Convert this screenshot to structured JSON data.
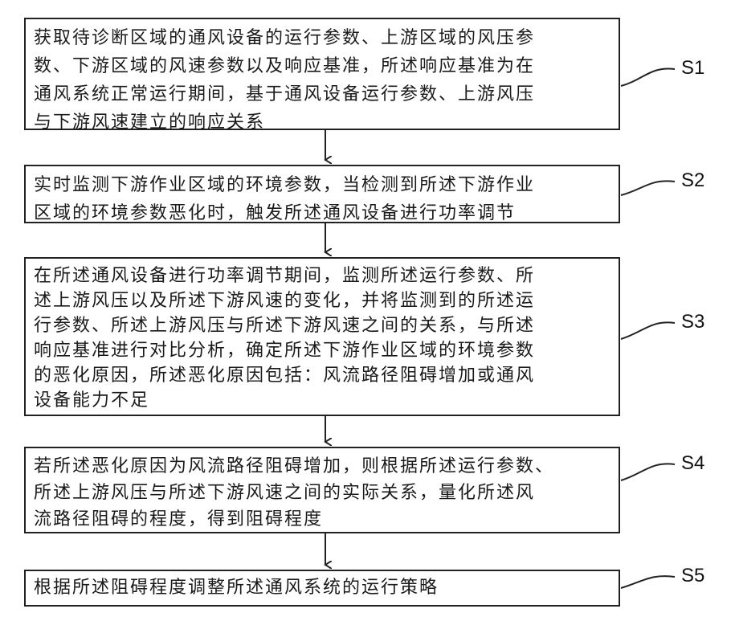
{
  "steps": [
    {
      "id": "S1",
      "text": "获取待诊断区域的通风设备的运行参数、上游区域的风压参\n数、下游区域的风速参数以及响应基准，所述响应基准为在\n通风系统正常运行期间，基于通风设备运行参数、上游风压\n与下游风速建立的响应关系"
    },
    {
      "id": "S2",
      "text": "实时监测下游作业区域的环境参数，当检测到所述下游作业\n区域的环境参数恶化时，触发所述通风设备进行功率调节"
    },
    {
      "id": "S3",
      "text": "在所述通风设备进行功率调节期间，监测所述运行参数、所\n述上游风压以及所述下游风速的变化，并将监测到的所述运\n行参数、所述上游风压与所述下游风速之间的关系，与所述\n响应基准进行对比分析，确定所述下游作业区域的环境参数\n的恶化原因，所述恶化原因包括：风流路径阻碍增加或通风\n设备能力不足"
    },
    {
      "id": "S4",
      "text": "若所述恶化原因为风流路径阻碍增加，则根据所述运行参数、\n所述上游风压与所述下游风速之间的实际关系，量化所述风\n流路径阻碍的程度，得到阻碍程度"
    },
    {
      "id": "S5",
      "text": "根据所述阻碍程度调整所述通风系统的运行策略"
    }
  ]
}
